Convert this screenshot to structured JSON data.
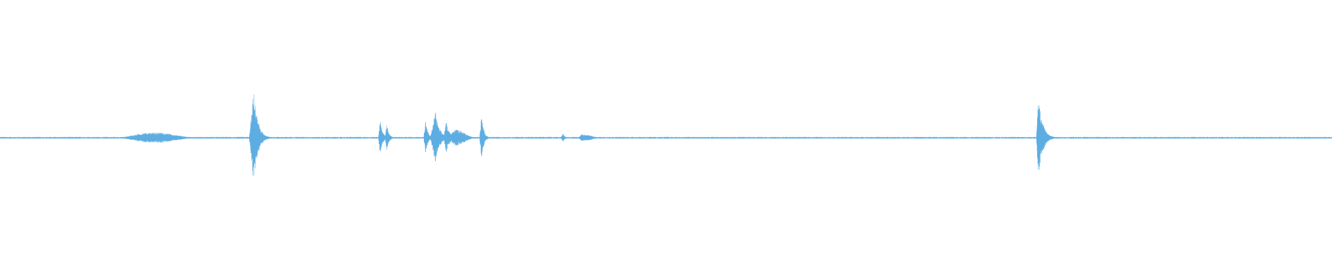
{
  "waveform": {
    "color": "#5dade2",
    "background": "#ffffff",
    "baseline_amplitude": 0.004,
    "noise_floor_amplitude": 0.006,
    "events": [
      {
        "name": "breath-swell",
        "start": 0.085,
        "peak": 0.115,
        "end": 0.15,
        "amplitude": 0.06,
        "shape": "swell"
      },
      {
        "name": "click-1",
        "start": 0.187,
        "peak": 0.1905,
        "end": 0.21,
        "amplitude": 0.52,
        "shape": "transient"
      },
      {
        "name": "tap-1",
        "start": 0.284,
        "peak": 0.2855,
        "end": 0.296,
        "amplitude": 0.22,
        "shape": "transient"
      },
      {
        "name": "tap-2",
        "start": 0.289,
        "peak": 0.2905,
        "end": 0.3,
        "amplitude": 0.16,
        "shape": "transient"
      },
      {
        "name": "burst-1",
        "start": 0.318,
        "peak": 0.3195,
        "end": 0.33,
        "amplitude": 0.2,
        "shape": "transient"
      },
      {
        "name": "burst-2",
        "start": 0.323,
        "peak": 0.327,
        "end": 0.345,
        "amplitude": 0.3,
        "shape": "transient"
      },
      {
        "name": "burst-3",
        "start": 0.333,
        "peak": 0.335,
        "end": 0.352,
        "amplitude": 0.18,
        "shape": "transient"
      },
      {
        "name": "burst-tail",
        "start": 0.336,
        "peak": 0.342,
        "end": 0.358,
        "amplitude": 0.09,
        "shape": "swell"
      },
      {
        "name": "burst-4",
        "start": 0.36,
        "peak": 0.3615,
        "end": 0.372,
        "amplitude": 0.26,
        "shape": "transient"
      },
      {
        "name": "soft-blip-1",
        "start": 0.421,
        "peak": 0.4225,
        "end": 0.432,
        "amplitude": 0.05,
        "shape": "transient"
      },
      {
        "name": "soft-blip-2",
        "start": 0.434,
        "peak": 0.437,
        "end": 0.452,
        "amplitude": 0.04,
        "shape": "swell"
      },
      {
        "name": "click-2",
        "start": 0.778,
        "peak": 0.7795,
        "end": 0.8,
        "amplitude": 0.46,
        "shape": "transient"
      }
    ]
  }
}
